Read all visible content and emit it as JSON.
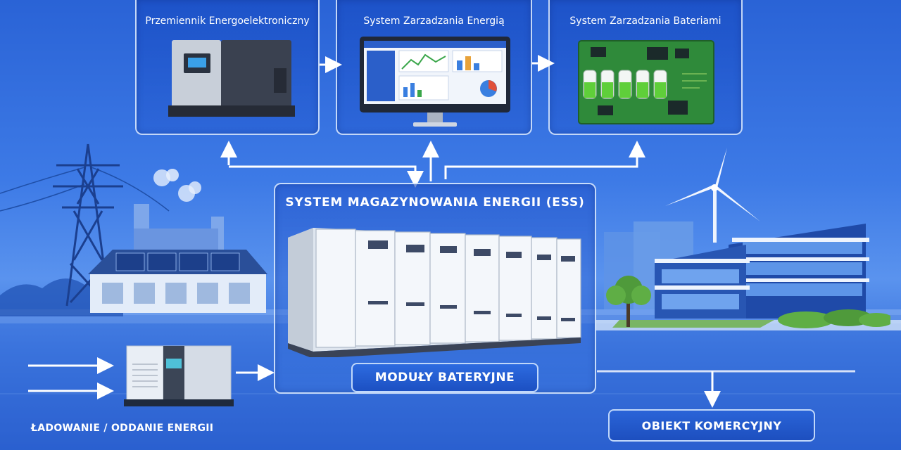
{
  "panels": {
    "converter_title": "Przemiennik Energoelektroniczny",
    "ems_title": "System Zarzadzania Energią",
    "bms_title": "System Zarzadzania Bateriami"
  },
  "ess": {
    "title": "SYSTEM MAGAZYNOWANIA ENERGII (ESS)",
    "modules_label": "MODUŁY BATERYJNE"
  },
  "labels": {
    "charge_discharge": "ŁADOWANIE / ODDANIE ENERGII",
    "commercial": "OBIEKT KOMERCYJNY"
  },
  "colors": {
    "background": "#3d7ae6",
    "panel_border": "#e1eeff",
    "arrow": "#ffffff",
    "label_box": "#1c50c2"
  },
  "icons": [
    "power-converter-icon",
    "monitor-dashboard-icon",
    "circuit-board-icon",
    "battery-cabinet-icon",
    "pylon-icon",
    "wind-turbine-icon",
    "factory-icon",
    "office-building-icon",
    "inverter-icon"
  ]
}
